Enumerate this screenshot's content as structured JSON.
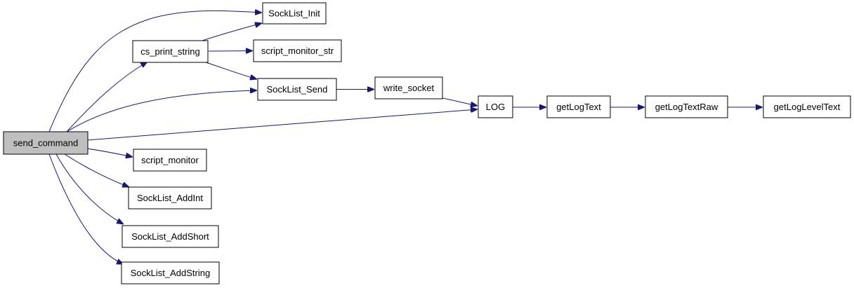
{
  "colors": {
    "edge": "#191970",
    "root_fill": "#bfbfbf",
    "node_fill": "#ffffff",
    "node_border": "#000000"
  },
  "nodes": {
    "send_command": "send_command",
    "sock_list_init": "SockList_Init",
    "cs_print_string": "cs_print_string",
    "script_monitor_str": "script_monitor_str",
    "sock_list_send": "SockList_Send",
    "write_socket": "write_socket",
    "log": "LOG",
    "get_log_text": "getLogText",
    "get_log_text_raw": "getLogTextRaw",
    "get_log_level_text": "getLogLevelText",
    "script_monitor": "script_monitor",
    "sock_list_add_int": "SockList_AddInt",
    "sock_list_add_short": "SockList_AddShort",
    "sock_list_add_string": "SockList_AddString"
  },
  "edges": [
    {
      "from": "send_command",
      "to": "sock_list_init"
    },
    {
      "from": "send_command",
      "to": "cs_print_string"
    },
    {
      "from": "send_command",
      "to": "sock_list_send"
    },
    {
      "from": "send_command",
      "to": "log"
    },
    {
      "from": "send_command",
      "to": "script_monitor"
    },
    {
      "from": "send_command",
      "to": "sock_list_add_int"
    },
    {
      "from": "send_command",
      "to": "sock_list_add_short"
    },
    {
      "from": "send_command",
      "to": "sock_list_add_string"
    },
    {
      "from": "cs_print_string",
      "to": "sock_list_init"
    },
    {
      "from": "cs_print_string",
      "to": "script_monitor_str"
    },
    {
      "from": "cs_print_string",
      "to": "sock_list_send"
    },
    {
      "from": "sock_list_send",
      "to": "write_socket"
    },
    {
      "from": "write_socket",
      "to": "log"
    },
    {
      "from": "log",
      "to": "get_log_text"
    },
    {
      "from": "get_log_text",
      "to": "get_log_text_raw"
    },
    {
      "from": "get_log_text_raw",
      "to": "get_log_level_text"
    }
  ]
}
